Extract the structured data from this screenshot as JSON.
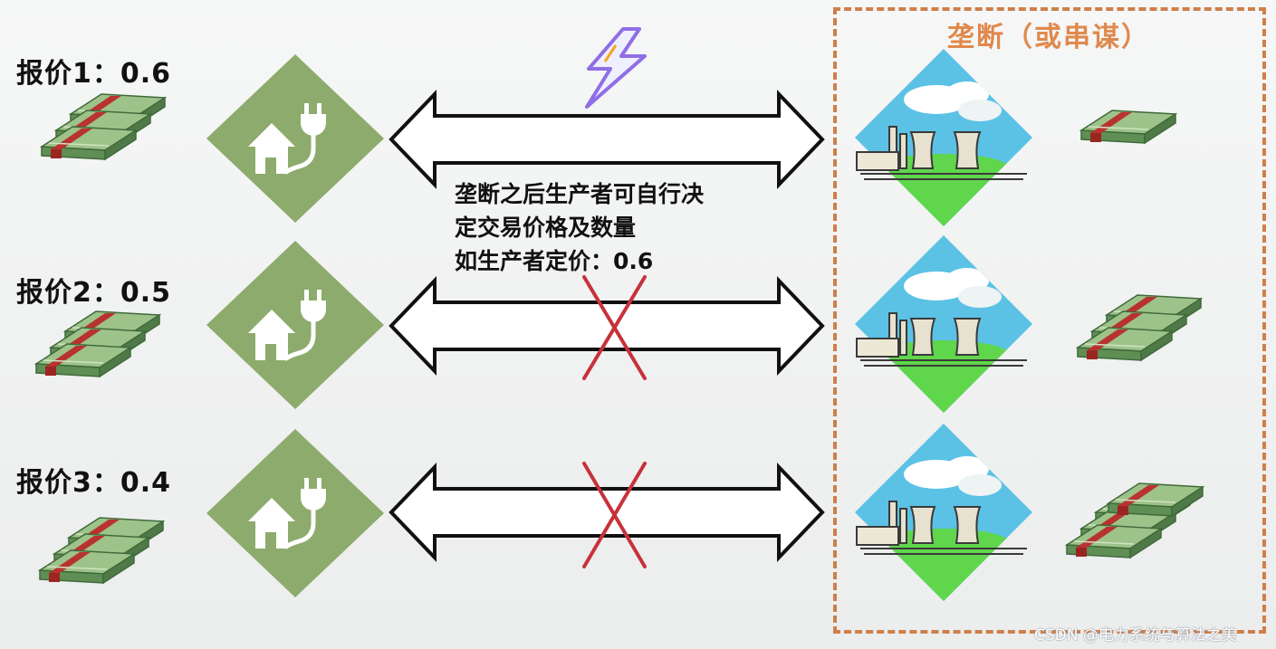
{
  "consumers": [
    {
      "price_label": "报价1：0.6"
    },
    {
      "price_label": "报价2：0.5"
    },
    {
      "price_label": "报价3：0.4"
    }
  ],
  "monopoly_box": {
    "title": "垄断（或串谋）"
  },
  "note": {
    "line1": "垄断之后生产者可自行决",
    "line2": "定交易价格及数量",
    "line3": "如生产者定价：0.6"
  },
  "connections": [
    {
      "status": "active"
    },
    {
      "status": "blocked"
    },
    {
      "status": "blocked"
    }
  ],
  "icons": {
    "consumer": "house-plug-icon",
    "producer": "power-plant-icon",
    "money": "money-stack-icon",
    "energy": "lightning-icon",
    "blocked": "red-x-icon"
  },
  "colors": {
    "consumer_diamond": "#8dab6c",
    "monopoly_border": "#cf7f49",
    "monopoly_title": "#e0894d",
    "cross": "#c7323a",
    "lightning": "#8f6ee6"
  },
  "watermark": "CSDN @电力系统与算法之美"
}
